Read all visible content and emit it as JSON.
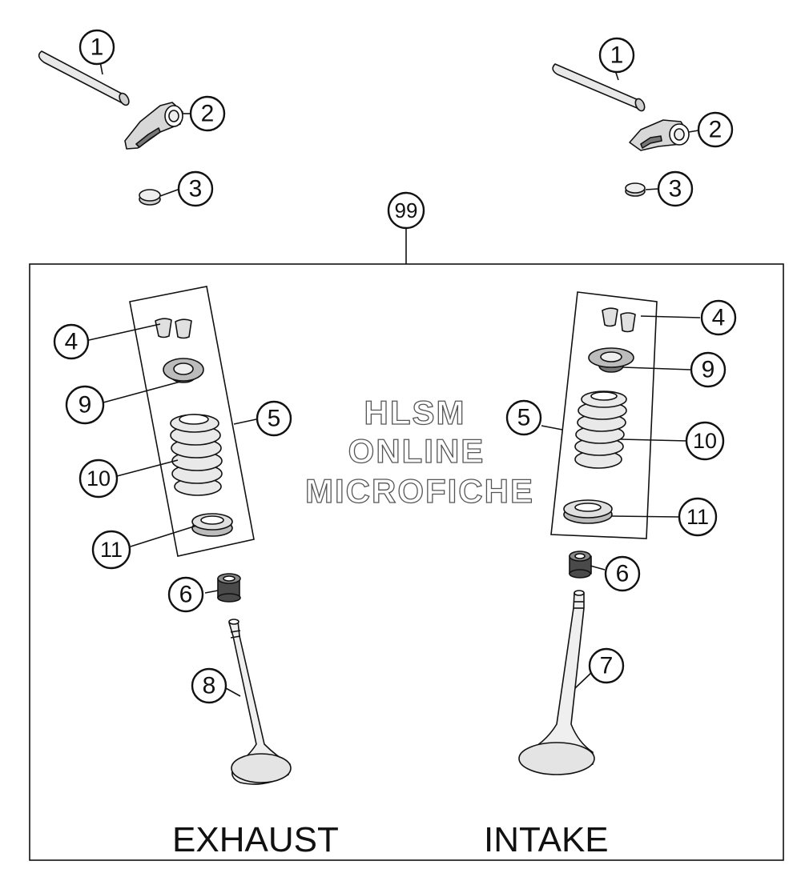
{
  "watermark": {
    "line1": "HLSM",
    "line2": "ONLINE",
    "line3": "MICROFICHE"
  },
  "section_labels": {
    "exhaust": "EXHAUST",
    "intake": "INTAKE"
  },
  "callouts": {
    "c1_exhaust": "1",
    "c2_exhaust": "2",
    "c3_exhaust": "3",
    "c1_intake": "1",
    "c2_intake": "2",
    "c3_intake": "3",
    "c99": "99",
    "c4_exhaust": "4",
    "c9_exhaust": "9",
    "c5_exhaust": "5",
    "c10_exhaust": "10",
    "c11_exhaust": "11",
    "c6_exhaust": "6",
    "c8_exhaust": "8",
    "c4_intake": "4",
    "c9_intake": "9",
    "c5_intake": "5",
    "c10_intake": "10",
    "c11_intake": "11",
    "c6_intake": "6",
    "c7_intake": "7"
  },
  "colors": {
    "line": "#111111",
    "part_fill": "#e6e6e6",
    "part_dark": "#9a9a9a",
    "watermark_outline": "#555555"
  }
}
